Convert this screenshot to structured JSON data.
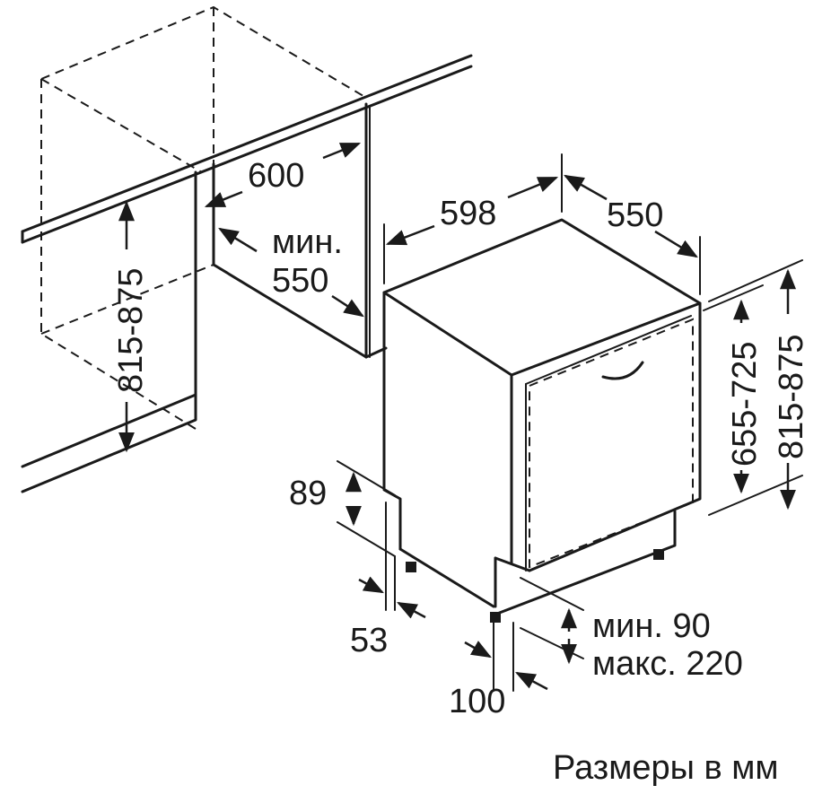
{
  "colors": {
    "line": "#1a1a1a",
    "background": "#ffffff"
  },
  "labels": {
    "niche_width": "600",
    "niche_min_depth_line1": "мин.",
    "niche_min_depth_line2": "550",
    "niche_height": "815-875",
    "appliance_width": "598",
    "appliance_depth": "550",
    "appliance_height_front": "655-725",
    "appliance_height_total": "815-875",
    "base_step_height": "89",
    "base_offset": "53",
    "foot_offset": "100",
    "plinth_min": "мин. 90",
    "plinth_max": "макс. 220",
    "units_caption": "Размеры в мм"
  }
}
